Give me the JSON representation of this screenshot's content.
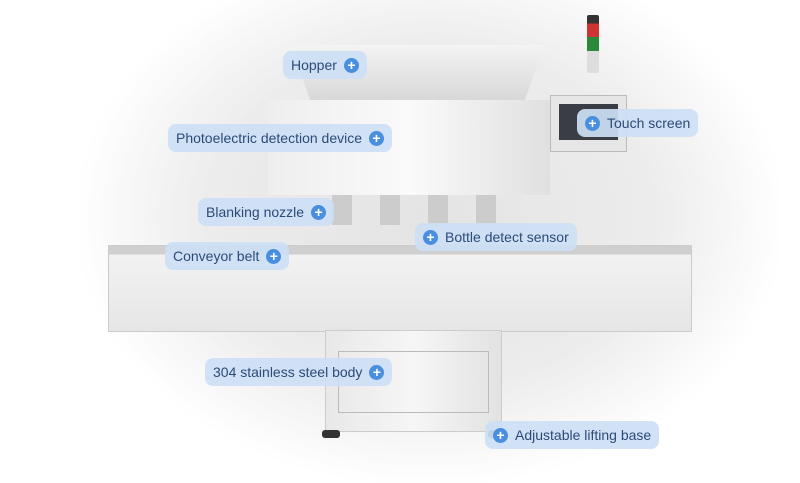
{
  "labels": {
    "hopper": "Hopper",
    "photoelectric": "Photoelectric detection device",
    "touch_screen": "Touch screen",
    "blanking_nozzle": "Blanking nozzle",
    "bottle_sensor": "Bottle detect sensor",
    "conveyor": "Conveyor belt",
    "body": "304 stainless steel body",
    "base": "Adjustable lifting base"
  },
  "plus_symbol": "+",
  "colors": {
    "label_bg": "#cde0f5",
    "label_text": "#2b4a78",
    "plus": "#4a8ee0"
  }
}
